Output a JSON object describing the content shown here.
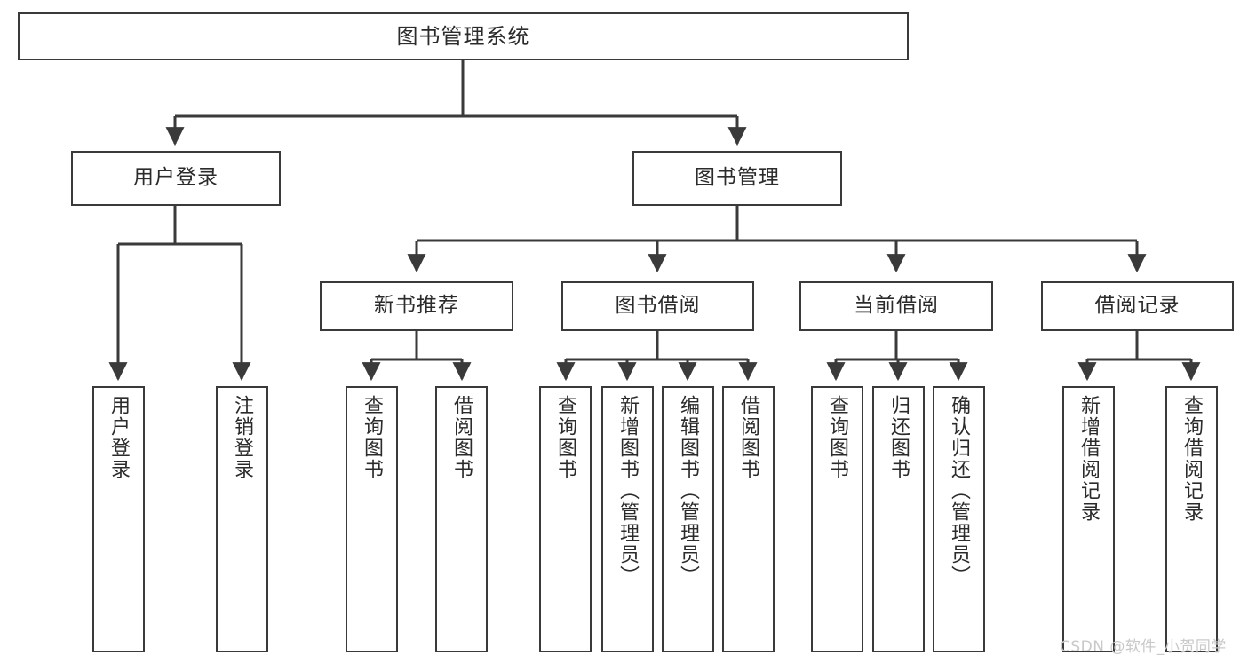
{
  "diagram": {
    "title": "图书管理系统",
    "type": "tree",
    "stroke_color": "#3a3a3a",
    "text_color": "#2b2b2b",
    "background_color": "#ffffff",
    "nodes": {
      "root": {
        "label": "图书管理系统",
        "level": 1,
        "orientation": "horizontal"
      },
      "l2": [
        {
          "id": "user-login",
          "label": "用户登录",
          "level": 2,
          "orientation": "horizontal"
        },
        {
          "id": "book-manage",
          "label": "图书管理",
          "level": 2,
          "orientation": "horizontal"
        }
      ],
      "l3": [
        {
          "id": "new-book-recommend",
          "label": "新书推荐",
          "level": 3,
          "orientation": "horizontal"
        },
        {
          "id": "book-borrow",
          "label": "图书借阅",
          "level": 3,
          "orientation": "horizontal"
        },
        {
          "id": "current-borrow",
          "label": "当前借阅",
          "level": 3,
          "orientation": "horizontal"
        },
        {
          "id": "borrow-record",
          "label": "借阅记录",
          "level": 3,
          "orientation": "horizontal"
        }
      ],
      "leaves": [
        {
          "id": "leaf-user-login",
          "label": "用户登录",
          "parent": "user-login",
          "orientation": "vertical"
        },
        {
          "id": "leaf-user-logout",
          "label": "注销登录",
          "parent": "user-login",
          "orientation": "vertical"
        },
        {
          "id": "leaf-query-book-1",
          "label": "查询图书",
          "parent": "new-book-recommend",
          "orientation": "vertical"
        },
        {
          "id": "leaf-borrow-book-1",
          "label": "借阅图书",
          "parent": "new-book-recommend",
          "orientation": "vertical"
        },
        {
          "id": "leaf-query-book-2",
          "label": "查询图书",
          "parent": "book-borrow",
          "orientation": "vertical"
        },
        {
          "id": "leaf-add-book",
          "label": "新增图书（管理员）",
          "parent": "book-borrow",
          "orientation": "vertical"
        },
        {
          "id": "leaf-edit-book",
          "label": "编辑图书（管理员）",
          "parent": "book-borrow",
          "orientation": "vertical"
        },
        {
          "id": "leaf-borrow-book-2",
          "label": "借阅图书",
          "parent": "book-borrow",
          "orientation": "vertical"
        },
        {
          "id": "leaf-query-book-3",
          "label": "查询图书",
          "parent": "current-borrow",
          "orientation": "vertical"
        },
        {
          "id": "leaf-return-book",
          "label": "归还图书",
          "parent": "current-borrow",
          "orientation": "vertical"
        },
        {
          "id": "leaf-confirm-return",
          "label": "确认归还（管理员）",
          "parent": "current-borrow",
          "orientation": "vertical"
        },
        {
          "id": "leaf-add-record",
          "label": "新增借阅记录",
          "parent": "borrow-record",
          "orientation": "vertical"
        },
        {
          "id": "leaf-query-record",
          "label": "查询借阅记录",
          "parent": "borrow-record",
          "orientation": "vertical"
        }
      ]
    }
  },
  "watermark": {
    "text": "CSDN @软件_小贺同学",
    "color": "#c9c9c9"
  }
}
